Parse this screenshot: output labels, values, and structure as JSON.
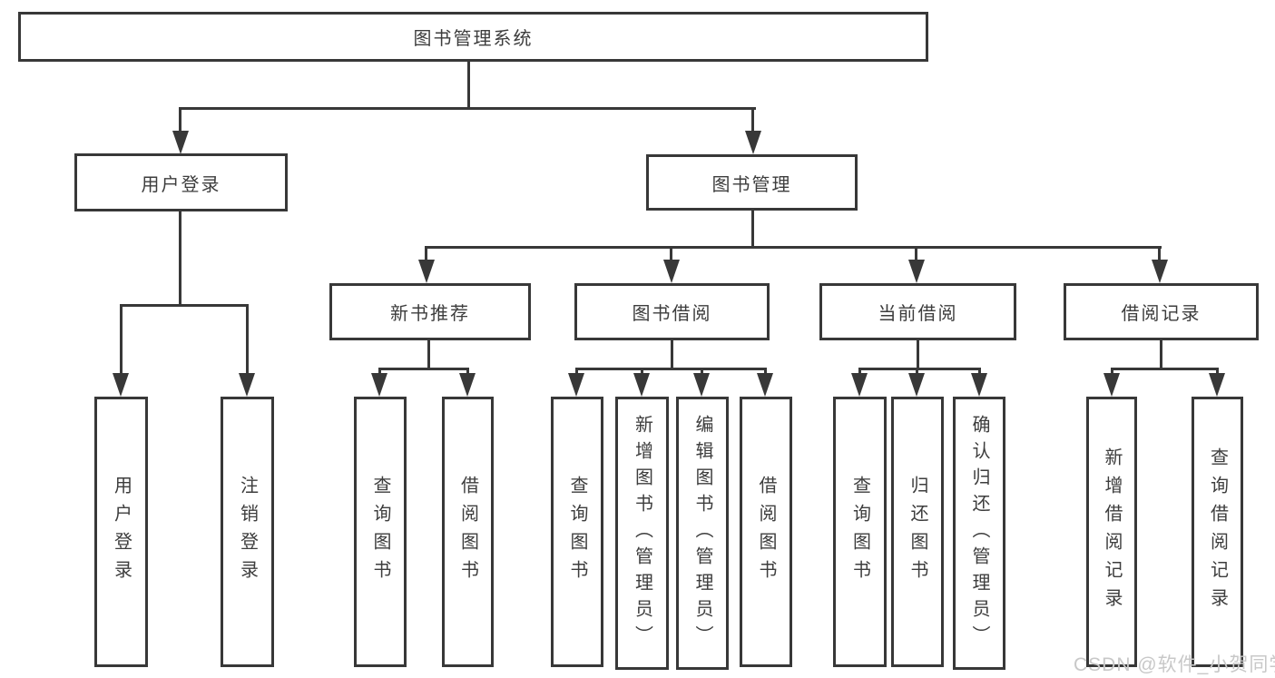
{
  "diagram": {
    "root": {
      "label": "图书管理系统"
    },
    "login": {
      "label": "用户登录",
      "children": [
        {
          "label": "用户登录"
        },
        {
          "label": "注销登录"
        }
      ]
    },
    "mgmt": {
      "label": "图书管理",
      "children": [
        {
          "label": "新书推荐",
          "children": [
            {
              "label": "查询图书"
            },
            {
              "label": "借阅图书"
            }
          ]
        },
        {
          "label": "图书借阅",
          "children": [
            {
              "label": "查询图书"
            },
            {
              "label": "新增图书（管理员）"
            },
            {
              "label": "编辑图书（管理员）"
            },
            {
              "label": "借阅图书"
            }
          ]
        },
        {
          "label": "当前借阅",
          "children": [
            {
              "label": "查询图书"
            },
            {
              "label": "归还图书"
            },
            {
              "label": "确认归还（管理员）"
            }
          ]
        },
        {
          "label": "借阅记录",
          "children": [
            {
              "label": "新增借阅记录"
            },
            {
              "label": "查询借阅记录"
            }
          ]
        }
      ]
    }
  },
  "watermark": {
    "text": "CSDN @软件_小贺同学"
  },
  "colors": {
    "line": "#383838",
    "text": "#3d3d3d",
    "background": "#ffffff",
    "watermark": "#c8c8c8"
  }
}
